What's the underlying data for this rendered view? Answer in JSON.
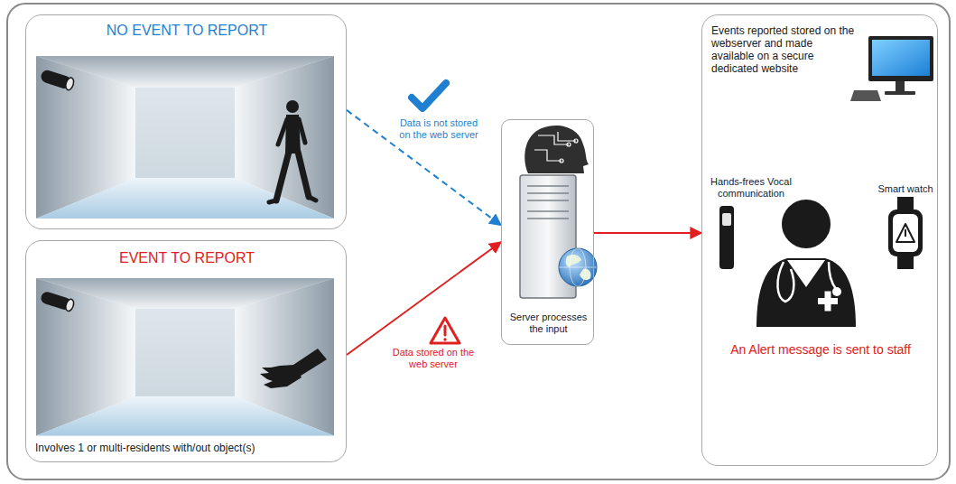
{
  "diagram": {
    "nodes": [
      {
        "text": [
          "NO EVENT TO REPORT"
        ]
      },
      {
        "text": [
          "EVENT TO REPORT",
          "Involves 1 or multi-residents with/out object(s)"
        ]
      },
      {
        "text": [
          "Server processes the input"
        ]
      },
      {
        "text": [
          "Events reported stored on the webserver and made available on a secure dedicated website",
          "Hands-frees Vocal communication",
          "Smart watch",
          "An Alert message is sent to staff"
        ]
      }
    ],
    "edges": [
      {
        "from": 0,
        "to": 2,
        "arrow": "to",
        "label": "Data is not stored on the web server"
      },
      {
        "from": 1,
        "to": 2,
        "arrow": "to",
        "label": "Data stored on the web server"
      },
      {
        "from": 2,
        "to": 3,
        "arrow": "to"
      }
    ]
  }
}
